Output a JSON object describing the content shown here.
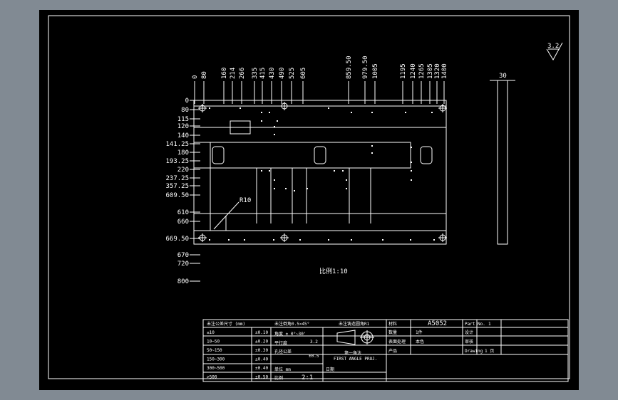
{
  "drawing": {
    "surface_roughness": "3.2",
    "plate_dims": {
      "top": [
        "0",
        "80",
        "160",
        "214",
        "266",
        "335",
        "415",
        "430",
        "490",
        "525",
        "605",
        "859.50",
        "979.50",
        "1005",
        "1195",
        "1240",
        "1265",
        "1305",
        "1320",
        "1400"
      ],
      "left": [
        "0",
        "80",
        "115",
        "120",
        "140",
        "141.25",
        "180",
        "193.25",
        "220",
        "237.25",
        "357.25",
        "609.50",
        "610",
        "660",
        "669.50",
        "670",
        "720",
        "800"
      ]
    },
    "radius_label": "R10",
    "thickness_label": "30",
    "view_scale_label": "比例1:10"
  },
  "title_block": {
    "tolerance_header": [
      "未注公差尺寸 (mm)",
      "未注倒角0.5×45°",
      "未注铸造圆角R1"
    ],
    "tolerance_rows": [
      {
        "range": "≤10",
        "tol": "±0.10"
      },
      {
        "range": "10~50",
        "tol": "±0.20"
      },
      {
        "range": "50~150",
        "tol": "±0.30"
      },
      {
        "range": "150~300",
        "tol": "±0.40"
      },
      {
        "range": "300~500",
        "tol": "±0.40"
      },
      {
        "range": ">500",
        "tol": "±0.50"
      }
    ],
    "angle_tol": "角度 ± 0°~30'",
    "roughness": "3.2",
    "parallel": "平行度",
    "hole_tol": "孔径公差",
    "hole_val": "±0.5",
    "unit": "单位 mm",
    "scale_label": "比例",
    "scale_value": "2:1",
    "projection_label": "第一角法",
    "projection_text": "FIRST ANGLE PROJ.",
    "material_label": "材料",
    "material": "A5052",
    "part_no_label": "Part No.",
    "part_no_value": "1",
    "quantity_label": "数量",
    "quantity_value": "1件",
    "finish_label": "表面处理",
    "finish_value": "本色",
    "product_label": "产品",
    "drawing_label": "Drawing",
    "drawing_value": "1 页",
    "designer_label": "设计",
    "checker_label": "审核",
    "date_label": "日期"
  }
}
